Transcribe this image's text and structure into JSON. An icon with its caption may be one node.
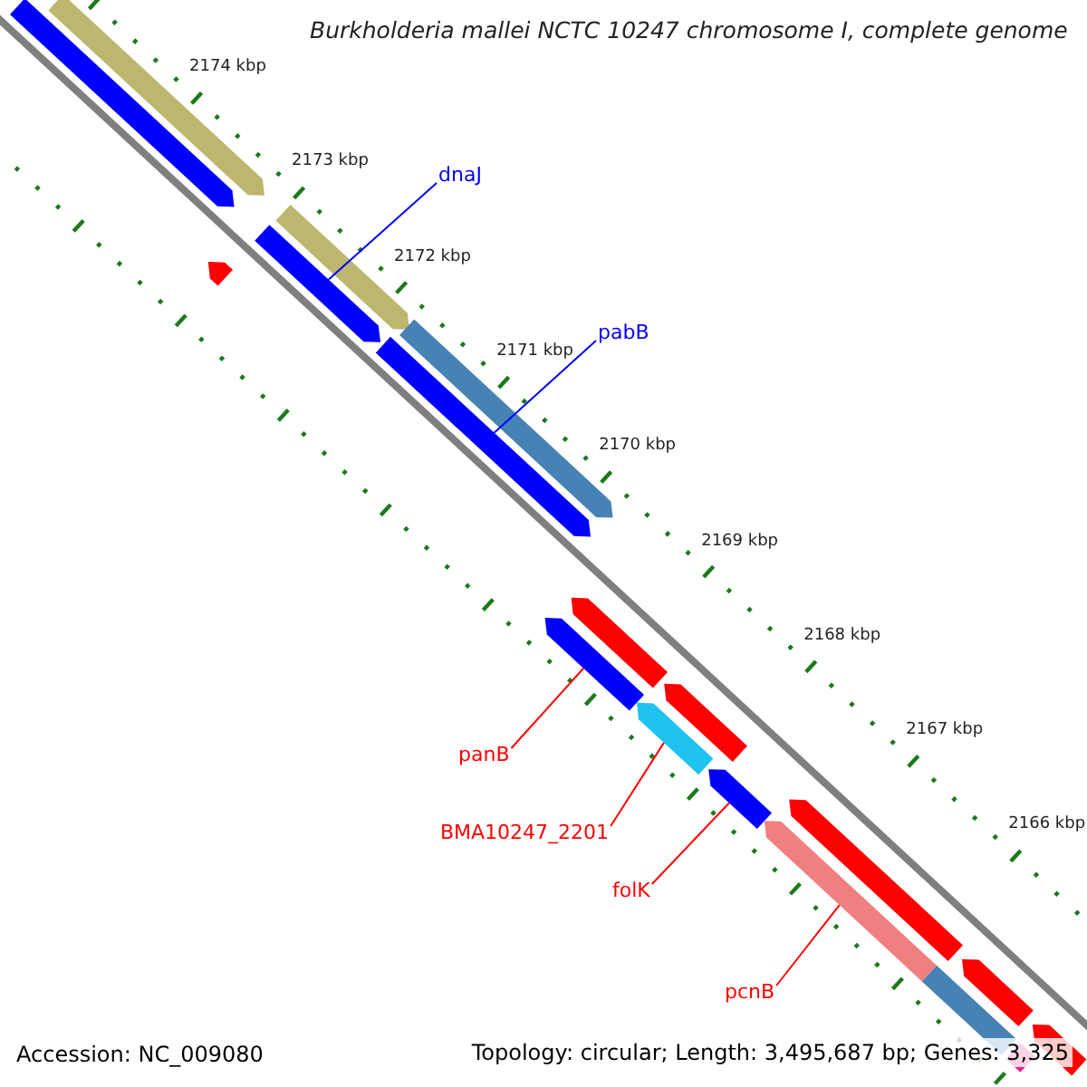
{
  "diagram": {
    "title": "Burkholderia mallei NCTC 10247 chromosome I, complete genome",
    "nodes": [
      {
        "text": [
          "dnaJ"
        ]
      },
      {
        "text": [],
        "shape": "bar"
      },
      {
        "text": [
          "pabB"
        ]
      },
      {
        "text": [],
        "shape": "bar"
      },
      {
        "text": [
          "panB"
        ]
      },
      {
        "text": [],
        "shape": "bar"
      },
      {
        "text": [
          "BMA10247_2201"
        ]
      },
      {
        "text": [],
        "shape": "bar"
      },
      {
        "text": [
          "folK"
        ]
      },
      {
        "text": [],
        "shape": "bar"
      },
      {
        "text": [
          "pcnB"
        ]
      },
      {
        "text": [],
        "shape": "bar"
      },
      {
        "text": [],
        "shape": "bar"
      },
      {
        "text": [],
        "shape": "bar"
      },
      {
        "text": [],
        "shape": "bar"
      },
      {
        "text": [],
        "shape": "bar"
      },
      {
        "text": [],
        "shape": "bar"
      },
      {
        "text": [],
        "shape": "bar"
      },
      {
        "text": [],
        "shape": "bar"
      },
      {
        "text": [],
        "shape": "bar"
      },
      {
        "text": [],
        "shape": "bar"
      },
      {
        "text": [],
        "shape": "bar"
      },
      {
        "text": [],
        "shape": "bar"
      },
      {
        "text": [],
        "shape": "bar"
      }
    ],
    "edges": [
      {
        "from": 0,
        "to": 1,
        "arrow": "none",
        "color": "#0000ff"
      },
      {
        "from": 2,
        "to": 3,
        "arrow": "none",
        "color": "#0000ff"
      },
      {
        "from": 4,
        "to": 5,
        "arrow": "none"
      },
      {
        "from": 6,
        "to": 7,
        "arrow": "none"
      },
      {
        "from": 8,
        "to": 9,
        "arrow": "none"
      },
      {
        "from": 10,
        "to": 11,
        "arrow": "none"
      }
    ],
    "labels": [
      "2174 kbp",
      "2173 kbp",
      "2172 kbp",
      "2171 kbp",
      "2170 kbp",
      "2169 kbp",
      "2168 kbp",
      "2167 kbp",
      "2166 kbp",
      "Accession: NC_009080",
      "Topology: circular; Length: 3,495,687 bp; Genes: 3,325"
    ]
  }
}
